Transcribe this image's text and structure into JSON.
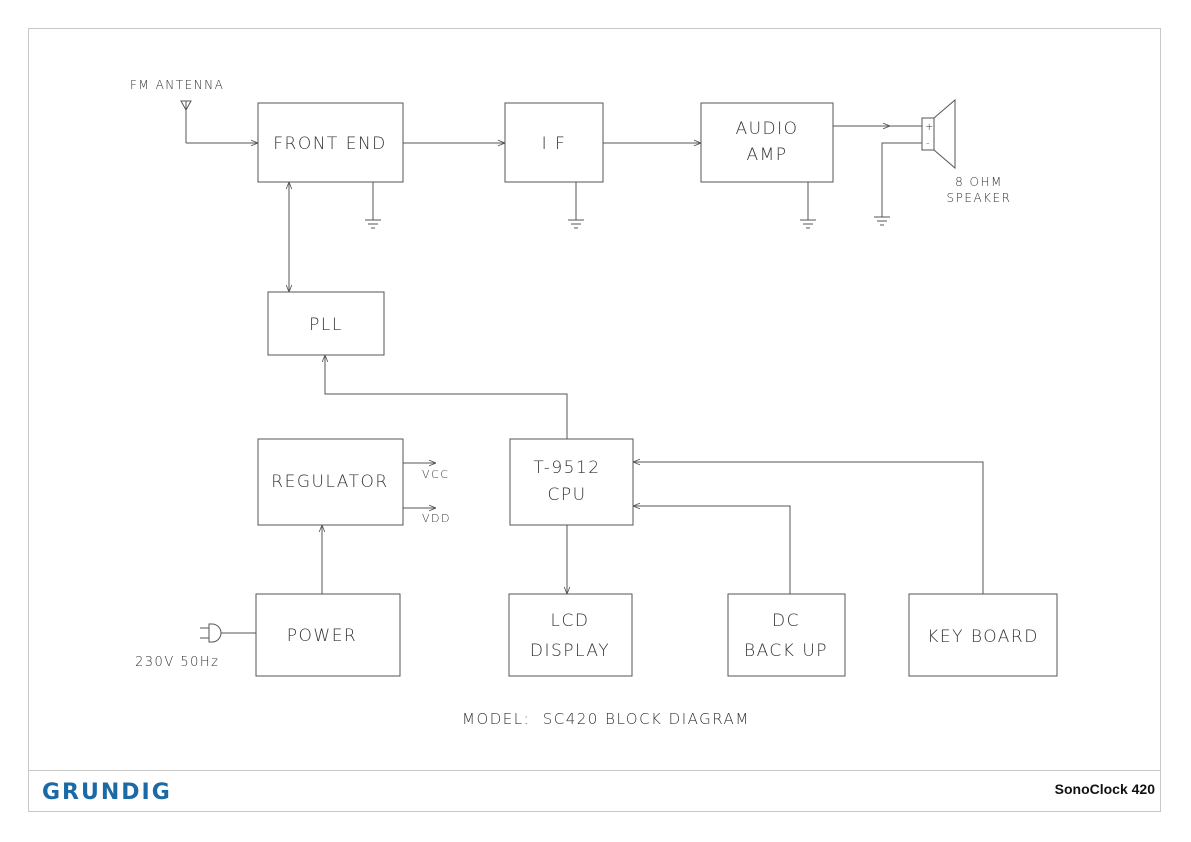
{
  "blocks": {
    "front_end": "FRONT END",
    "if": "I F",
    "audio_amp_line1": "AUDIO",
    "audio_amp_line2": "AMP",
    "pll": "PLL",
    "regulator": "REGULATOR",
    "cpu_line1": "T-9512",
    "cpu_line2": "CPU",
    "power": "POWER",
    "lcd_line1": "LCD",
    "lcd_line2": "DISPLAY",
    "dc_line1": "DC",
    "dc_line2": "BACK UP",
    "keyboard": "KEY BOARD"
  },
  "labels": {
    "antenna": "FM ANTENNA",
    "speaker_line1": "8 OHM",
    "speaker_line2": "SPEAKER",
    "vcc": "VCC",
    "vdd": "VDD",
    "mains": "230V 50Hz",
    "speaker_plus": "+",
    "speaker_minus": "-"
  },
  "caption": "MODEL:  SC420 BLOCK DIAGRAM",
  "footer": {
    "brand": "GRUNDIG",
    "model": "SonoClock 420"
  },
  "colors": {
    "brand": "#1b6aa6",
    "line": "#555555"
  }
}
